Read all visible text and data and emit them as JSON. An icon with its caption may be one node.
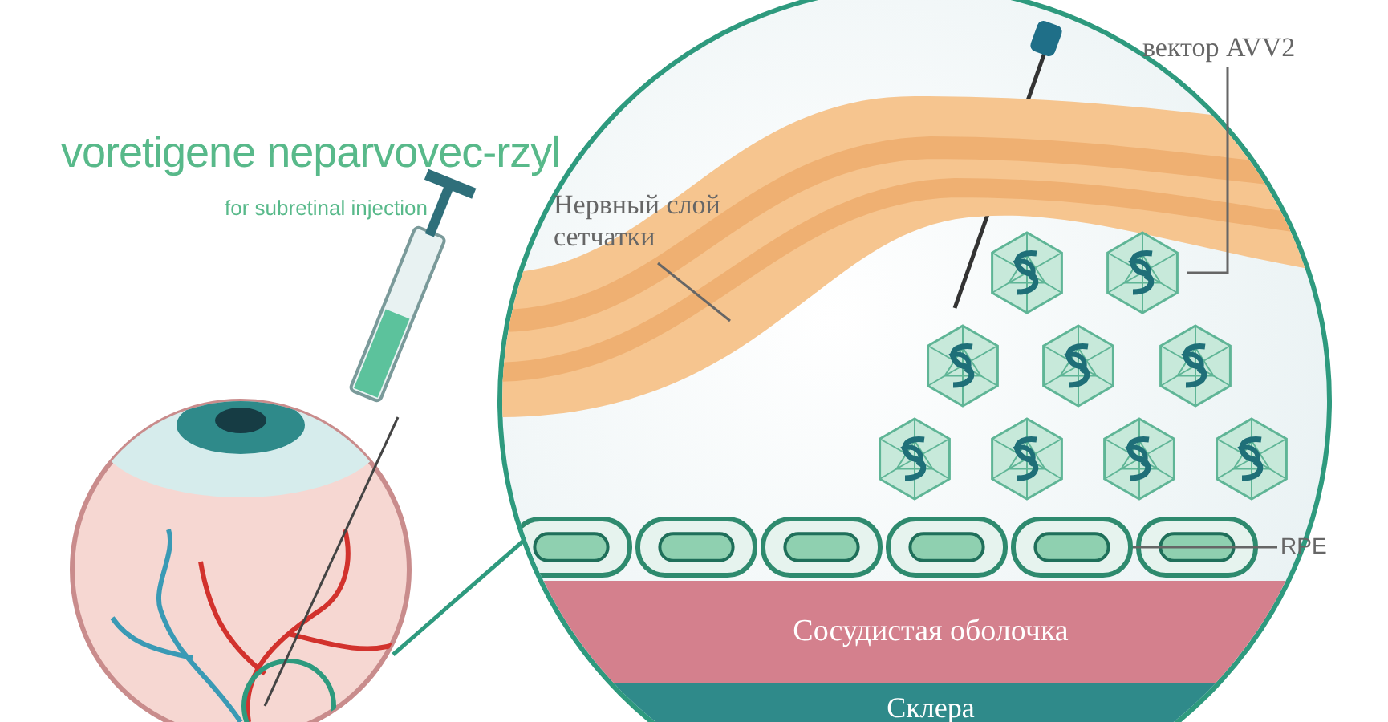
{
  "diagram": {
    "nodes": [
      {
        "text": [
          "Нервный слой сетчатки"
        ]
      },
      {
        "text": [],
        "shape": "band"
      },
      {
        "text": [
          "вектор AVV2"
        ]
      },
      {
        "text": [],
        "shape": "picture"
      },
      {
        "text": [
          "RPE"
        ]
      },
      {
        "text": [],
        "shape": "box"
      },
      {
        "text": [
          "Сосудистая оболочка"
        ]
      },
      {
        "text": [
          "Склера"
        ]
      }
    ],
    "edges": [
      {
        "from": 0,
        "to": 1,
        "arrow": "none"
      },
      {
        "from": 2,
        "to": 3,
        "arrow": "none"
      },
      {
        "from": 4,
        "to": 5,
        "arrow": "none"
      }
    ],
    "labels": [
      "voretigene neparvovec-rzyl",
      "for subretinal injection"
    ]
  }
}
